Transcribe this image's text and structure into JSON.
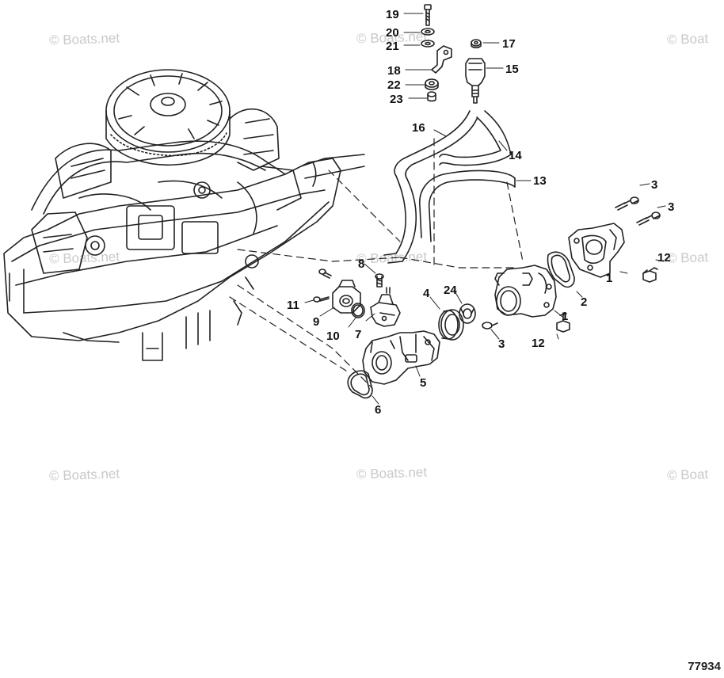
{
  "watermark": "© Boats.net",
  "watermark_partial": "© Boat",
  "figure_number": "77934",
  "callouts": {
    "c1a": "1",
    "c1b": "1",
    "c2": "2",
    "c3a": "3",
    "c3b": "3",
    "c3c": "3",
    "c4": "4",
    "c5": "5",
    "c6": "6",
    "c7": "7",
    "c8": "8",
    "c9": "9",
    "c10": "10",
    "c11": "11",
    "c12a": "12",
    "c12b": "12",
    "c13": "13",
    "c14": "14",
    "c15": "15",
    "c16": "16",
    "c17": "17",
    "c18": "18",
    "c19": "19",
    "c20": "20",
    "c21": "21",
    "c22": "22",
    "c23": "23",
    "c24": "24"
  }
}
